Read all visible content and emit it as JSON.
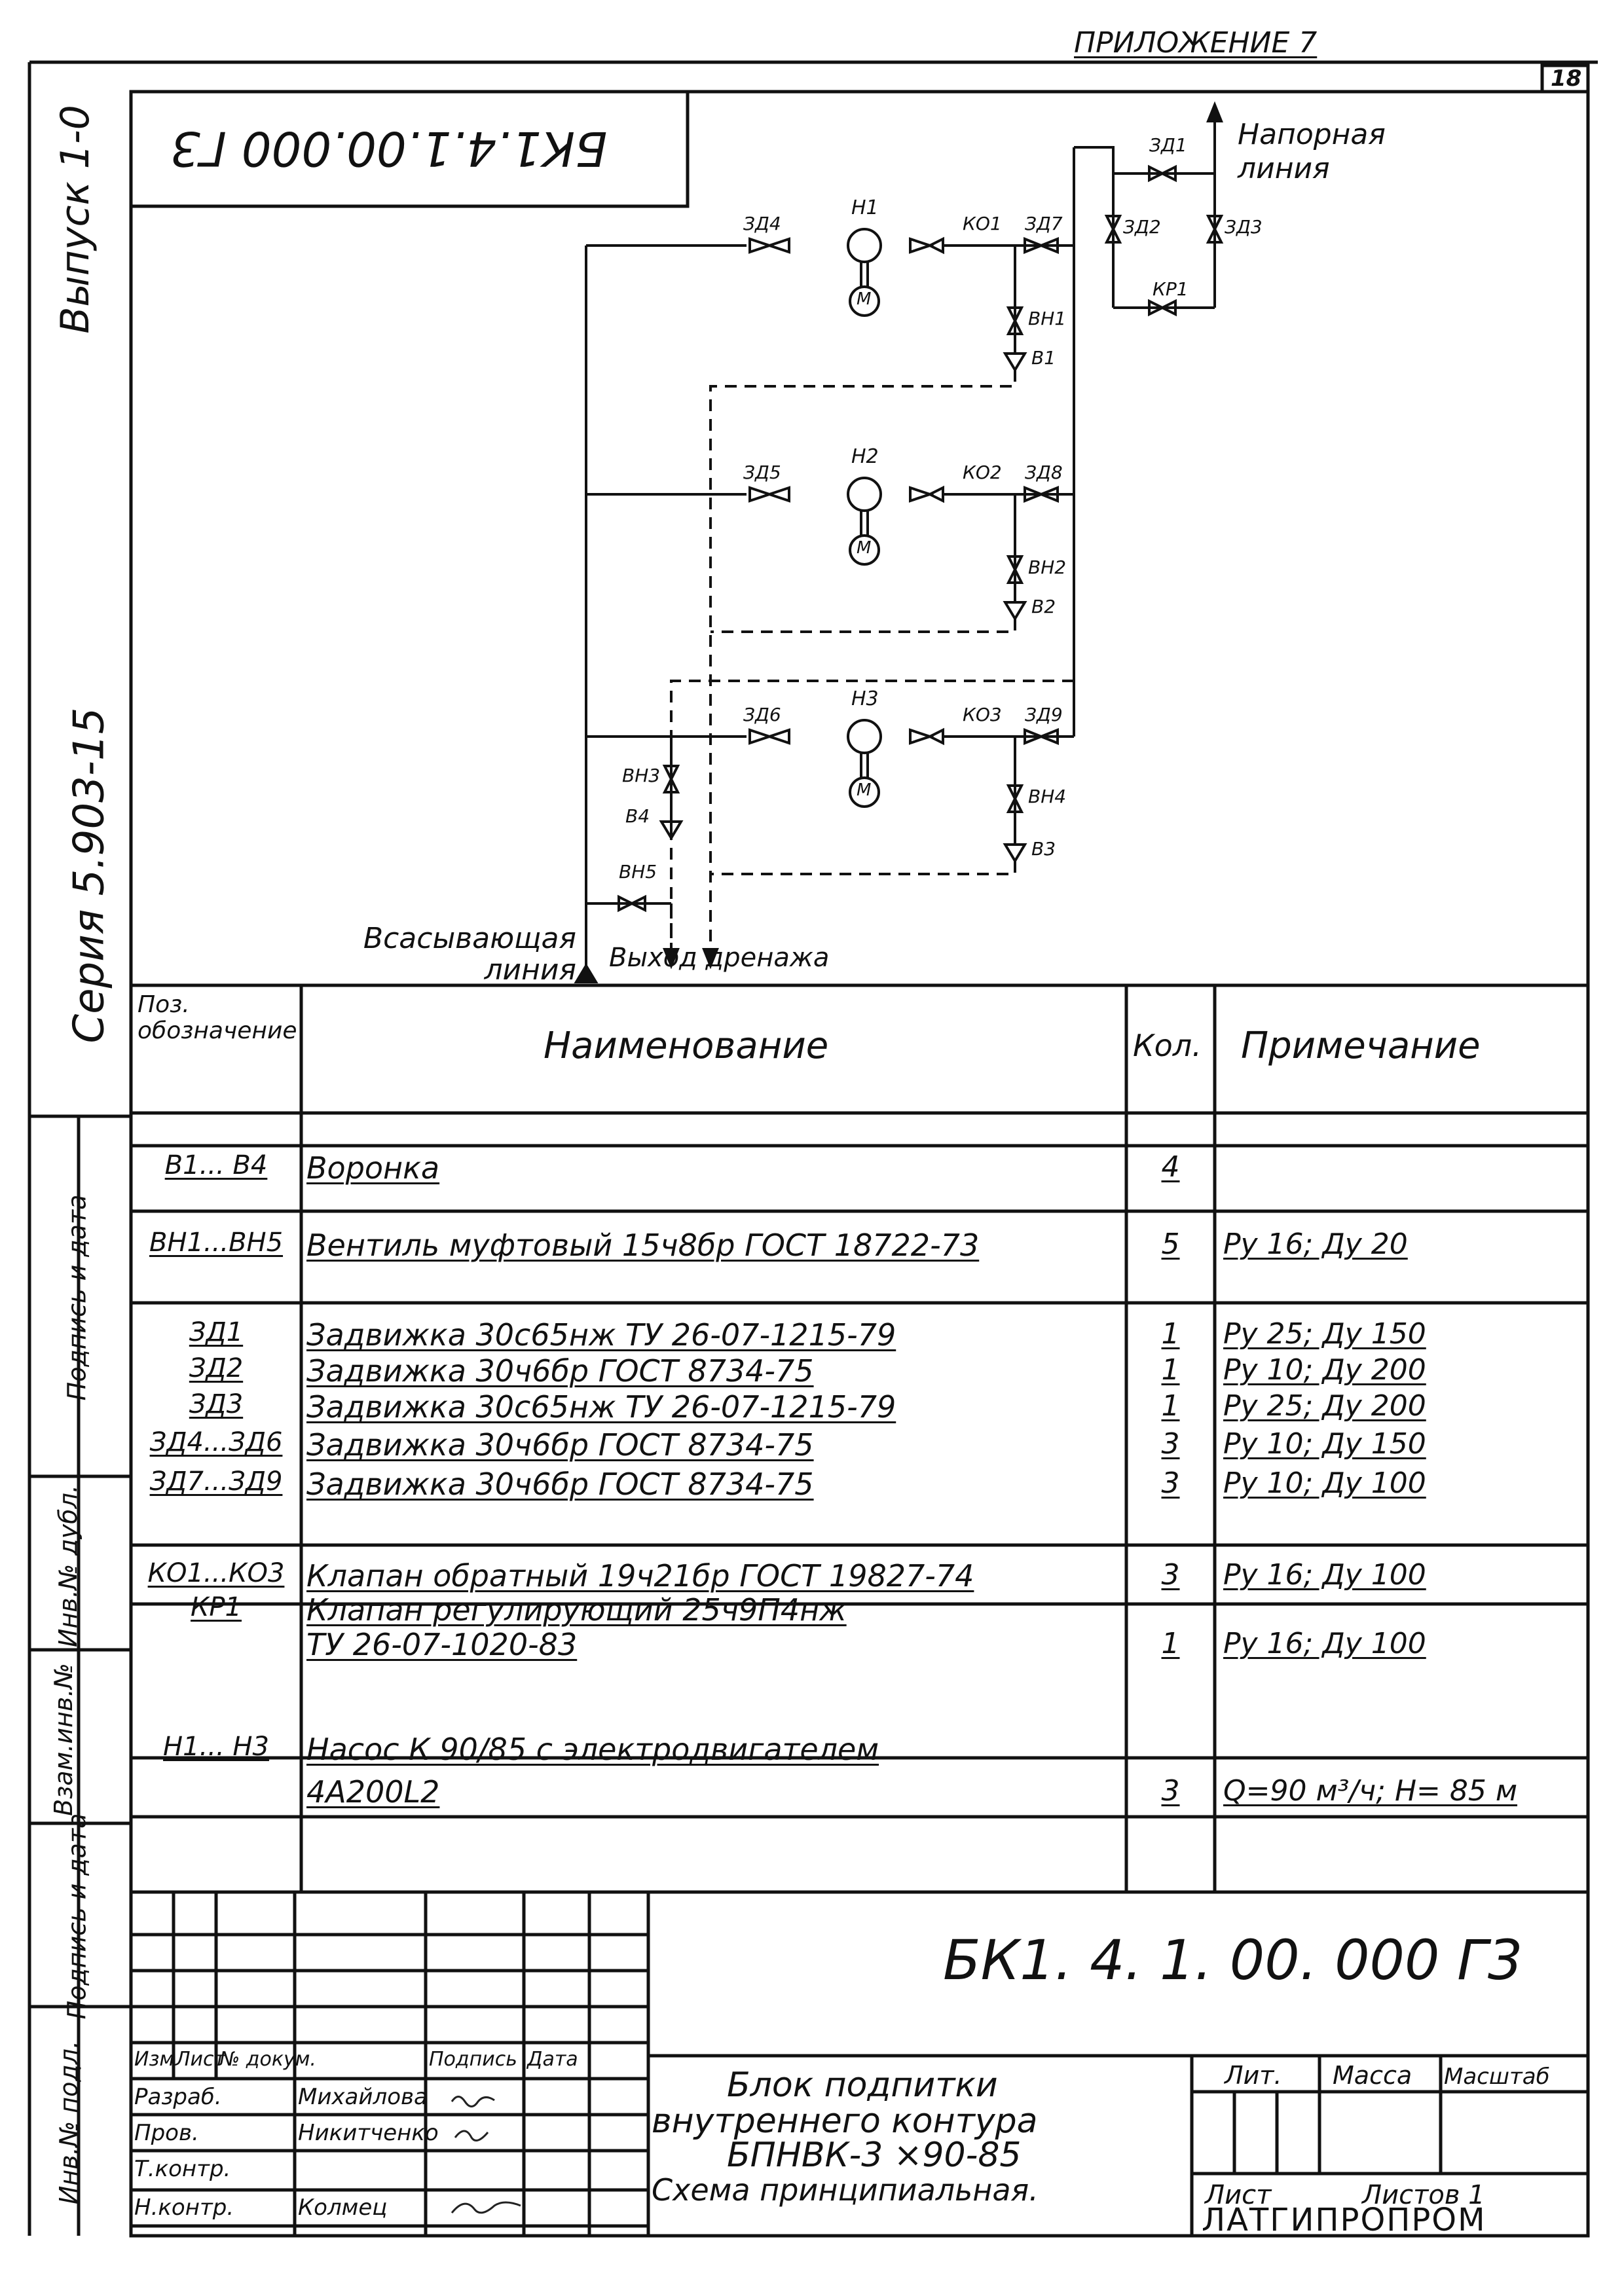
{
  "header": {
    "appendix": "ПРИЛОЖЕНИЕ 7",
    "page_number": "18"
  },
  "side_stamp": {
    "issue": "Выпуск 1-0",
    "series": "Серия 5.903-15",
    "fields": [
      "Подпись и дата",
      "Инв.№ дубл.",
      "Взам.инв.№",
      "Подпись и дата",
      "Инв.№ подл."
    ]
  },
  "drawing_code_rotated": "БК1.4.1.00.000 Г3",
  "diagram": {
    "pressure_line": "Напорная линия",
    "suction_line": "Всасывающая линия",
    "drain_outlet": "Выход дренажа",
    "pumps": [
      "Н1",
      "Н2",
      "Н3"
    ],
    "motor": "М",
    "valves": [
      "ЗД1",
      "ЗД2",
      "ЗД3",
      "ЗД4",
      "ЗД5",
      "ЗД6",
      "ЗД7",
      "ЗД8",
      "ЗД9"
    ],
    "check_valves": [
      "КО1",
      "КО2",
      "КО3"
    ],
    "control_valve": "КР1",
    "vents": [
      "ВН1",
      "ВН2",
      "ВН3",
      "ВН4",
      "ВН5"
    ],
    "funnels": [
      "В1",
      "В2",
      "В3",
      "В4"
    ]
  },
  "spec_table": {
    "headers": {
      "pos": "Поз. обозначение",
      "name": "Наименование",
      "qty": "Кол.",
      "note": "Примечание"
    },
    "rows": [
      {
        "pos": "В1... В4",
        "name": "Воронка",
        "qty": "4",
        "note": ""
      },
      {
        "pos": "ВН1...ВН5",
        "name": "Вентиль муфтовый 15ч8бр ГОСТ 18722-73",
        "qty": "5",
        "note": "Ру 16; Ду 20"
      },
      {
        "pos": "ЗД1",
        "name": "Задвижка 30с65нж ТУ 26-07-1215-79",
        "qty": "1",
        "note": "Ру 25; Ду 150"
      },
      {
        "pos": "ЗД2",
        "name": "Задвижка 30ч6бр ГОСТ 8734-75",
        "qty": "1",
        "note": "Ру 10; Ду 200"
      },
      {
        "pos": "ЗД3",
        "name": "Задвижка 30с65нж ТУ 26-07-1215-79",
        "qty": "1",
        "note": "Ру 25; Ду 200"
      },
      {
        "pos": "ЗД4...ЗД6",
        "name": "Задвижка 30ч6бр ГОСТ 8734-75",
        "qty": "3",
        "note": "Ру 10; Ду 150"
      },
      {
        "pos": "ЗД7...ЗД9",
        "name": "Задвижка 30ч6бр ГОСТ 8734-75",
        "qty": "3",
        "note": "Ру 10; Ду 100"
      },
      {
        "pos": "КО1...КО3",
        "name": "Клапан обратный 19ч21бр ГОСТ 19827-74",
        "qty": "3",
        "note": "Ру 16; Ду 100"
      },
      {
        "pos": "КР1",
        "name": "Клапан регулирующий 25ч9П4нж",
        "qty": "",
        "note": ""
      },
      {
        "pos": "",
        "name": "ТУ 26-07-1020-83",
        "qty": "1",
        "note": "Ру 16; Ду 100"
      },
      {
        "pos": "Н1... Н3",
        "name": "Насос К 90/85 с электродвигателем",
        "qty": "",
        "note": ""
      },
      {
        "pos": "",
        "name": "4А200L2",
        "qty": "3",
        "note": "Q=90 м³/ч; Н= 85 м"
      }
    ]
  },
  "title_block": {
    "code": "БК1. 4. 1. 00. 000 Г3",
    "columns": [
      "Изм",
      "Лист",
      "№ докум.",
      "Подпись",
      "Дата"
    ],
    "roles": [
      {
        "role": "Разраб.",
        "name": "Михайлова"
      },
      {
        "role": "Пров.",
        "name": "Никитченко"
      },
      {
        "role": "Т.контр.",
        "name": ""
      },
      {
        "role": "",
        "name": ""
      },
      {
        "role": "Н.контр.",
        "name": "Колмец"
      }
    ],
    "title_lines": [
      "Блок подпитки",
      "внутреннего контура",
      "БПНВК-3 ×90-85",
      "Схема принципиальная."
    ],
    "lit": "Лит.",
    "mass": "Масса",
    "scale": "Масштаб",
    "sheet": "Лист",
    "sheets": "Листов 1",
    "organization": "ЛАТГИПРОПРОМ"
  }
}
